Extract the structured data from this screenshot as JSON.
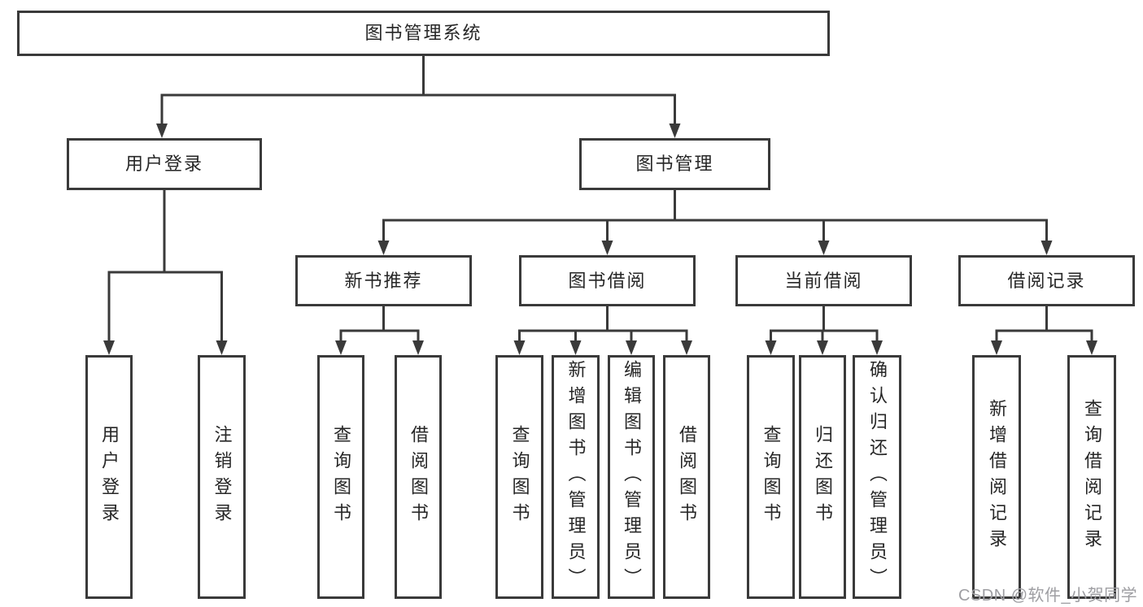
{
  "tree": {
    "label": "图书管理系统",
    "children": [
      {
        "label": "用户登录",
        "children": [
          {
            "label": "用户登录"
          },
          {
            "label": "注销登录"
          }
        ]
      },
      {
        "label": "图书管理",
        "children": [
          {
            "label": "新书推荐",
            "children": [
              {
                "label": "查询图书"
              },
              {
                "label": "借阅图书"
              }
            ]
          },
          {
            "label": "图书借阅",
            "children": [
              {
                "label": "查询图书"
              },
              {
                "label": "新增图书（管理员）"
              },
              {
                "label": "编辑图书（管理员）"
              },
              {
                "label": "借阅图书"
              }
            ]
          },
          {
            "label": "当前借阅",
            "children": [
              {
                "label": "查询图书"
              },
              {
                "label": "归还图书"
              },
              {
                "label": "确认归还（管理员）"
              }
            ]
          },
          {
            "label": "借阅记录",
            "children": [
              {
                "label": "新增借阅记录"
              },
              {
                "label": "查询借阅记录"
              }
            ]
          }
        ]
      }
    ]
  },
  "watermark": {
    "text": "CSDN @软件_小贺同学"
  },
  "colors": {
    "line": "#3a3a3a",
    "border": "#3a3a3a",
    "text": "#262626",
    "background": "#ffffff",
    "watermark": "#9e9ea2"
  }
}
